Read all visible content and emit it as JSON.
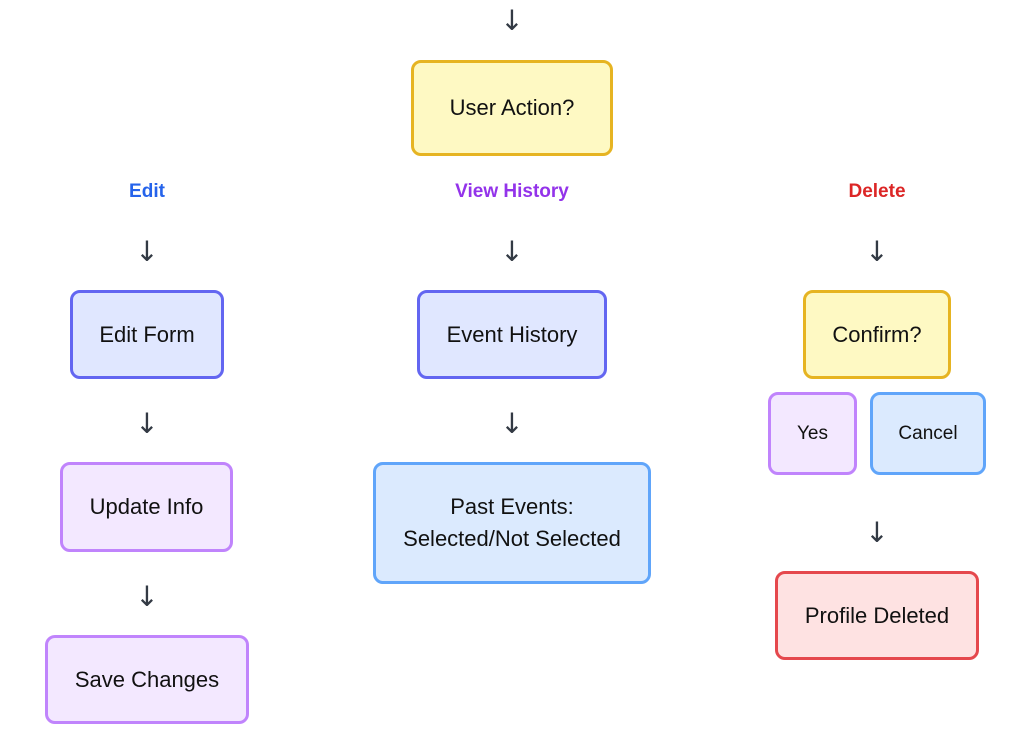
{
  "arrow_glyph": "↓",
  "root": {
    "label": "User Action?"
  },
  "branches": {
    "edit": {
      "label": "Edit",
      "color": "#2563eb",
      "nodes": [
        "Edit Form",
        "Update Info",
        "Save Changes"
      ]
    },
    "view_history": {
      "label": "View History",
      "color": "#9333ea",
      "nodes": [
        "Event History"
      ],
      "result_lines": [
        "Past Events:",
        "Selected/Not Selected"
      ]
    },
    "delete": {
      "label": "Delete",
      "color": "#dc2626",
      "confirm": "Confirm?",
      "options": {
        "yes": "Yes",
        "cancel": "Cancel"
      },
      "result": "Profile Deleted"
    }
  },
  "node_colors": {
    "decision": {
      "fill": "#fef9c3",
      "border": "#e6b422"
    },
    "process": {
      "fill": "#e0e7ff",
      "border": "#6366f1"
    },
    "action": {
      "fill": "#f3e8ff",
      "border": "#c084fc"
    },
    "info": {
      "fill": "#dbeafe",
      "border": "#60a5fa"
    },
    "danger": {
      "fill": "#fee2e2",
      "border": "#e5484d"
    }
  }
}
